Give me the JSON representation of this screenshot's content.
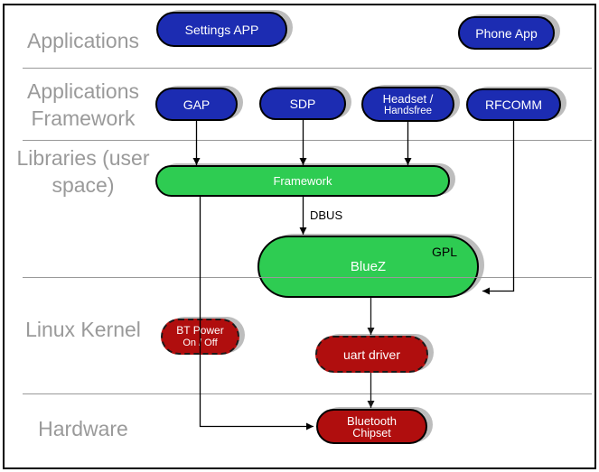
{
  "layers": [
    {
      "id": "applications",
      "label": "Applications"
    },
    {
      "id": "applications-framework",
      "label": "Applications Framework"
    },
    {
      "id": "libraries",
      "label": "Libraries (user space)"
    },
    {
      "id": "linux-kernel",
      "label": "Linux Kernel"
    },
    {
      "id": "hardware",
      "label": "Hardware"
    }
  ],
  "nodes": {
    "settings_app": {
      "label": "Settings APP"
    },
    "phone_app": {
      "label": "Phone App"
    },
    "gap": {
      "label": "GAP"
    },
    "sdp": {
      "label": "SDP"
    },
    "headset": {
      "line1": "Headset /",
      "line2": "Handsfree"
    },
    "rfcomm": {
      "label": "RFCOMM"
    },
    "framework": {
      "label": "Framework"
    },
    "bluez": {
      "label": "BlueZ",
      "badge": "GPL"
    },
    "bt_power": {
      "line1": "BT Power",
      "line2": "On / Off"
    },
    "uart_driver": {
      "label": "uart driver"
    },
    "bt_chipset": {
      "line1": "Bluetooth",
      "line2": "Chipset"
    }
  },
  "edges": {
    "dbus_label": "DBUS"
  },
  "colors": {
    "app_blue": "#1c2cb2",
    "lib_green": "#2ecc52",
    "kernel_red": "#b00e0e",
    "label_gray": "#9a9a9a",
    "divider_gray": "#999999",
    "shadow_gray": "#bdbdbd"
  }
}
